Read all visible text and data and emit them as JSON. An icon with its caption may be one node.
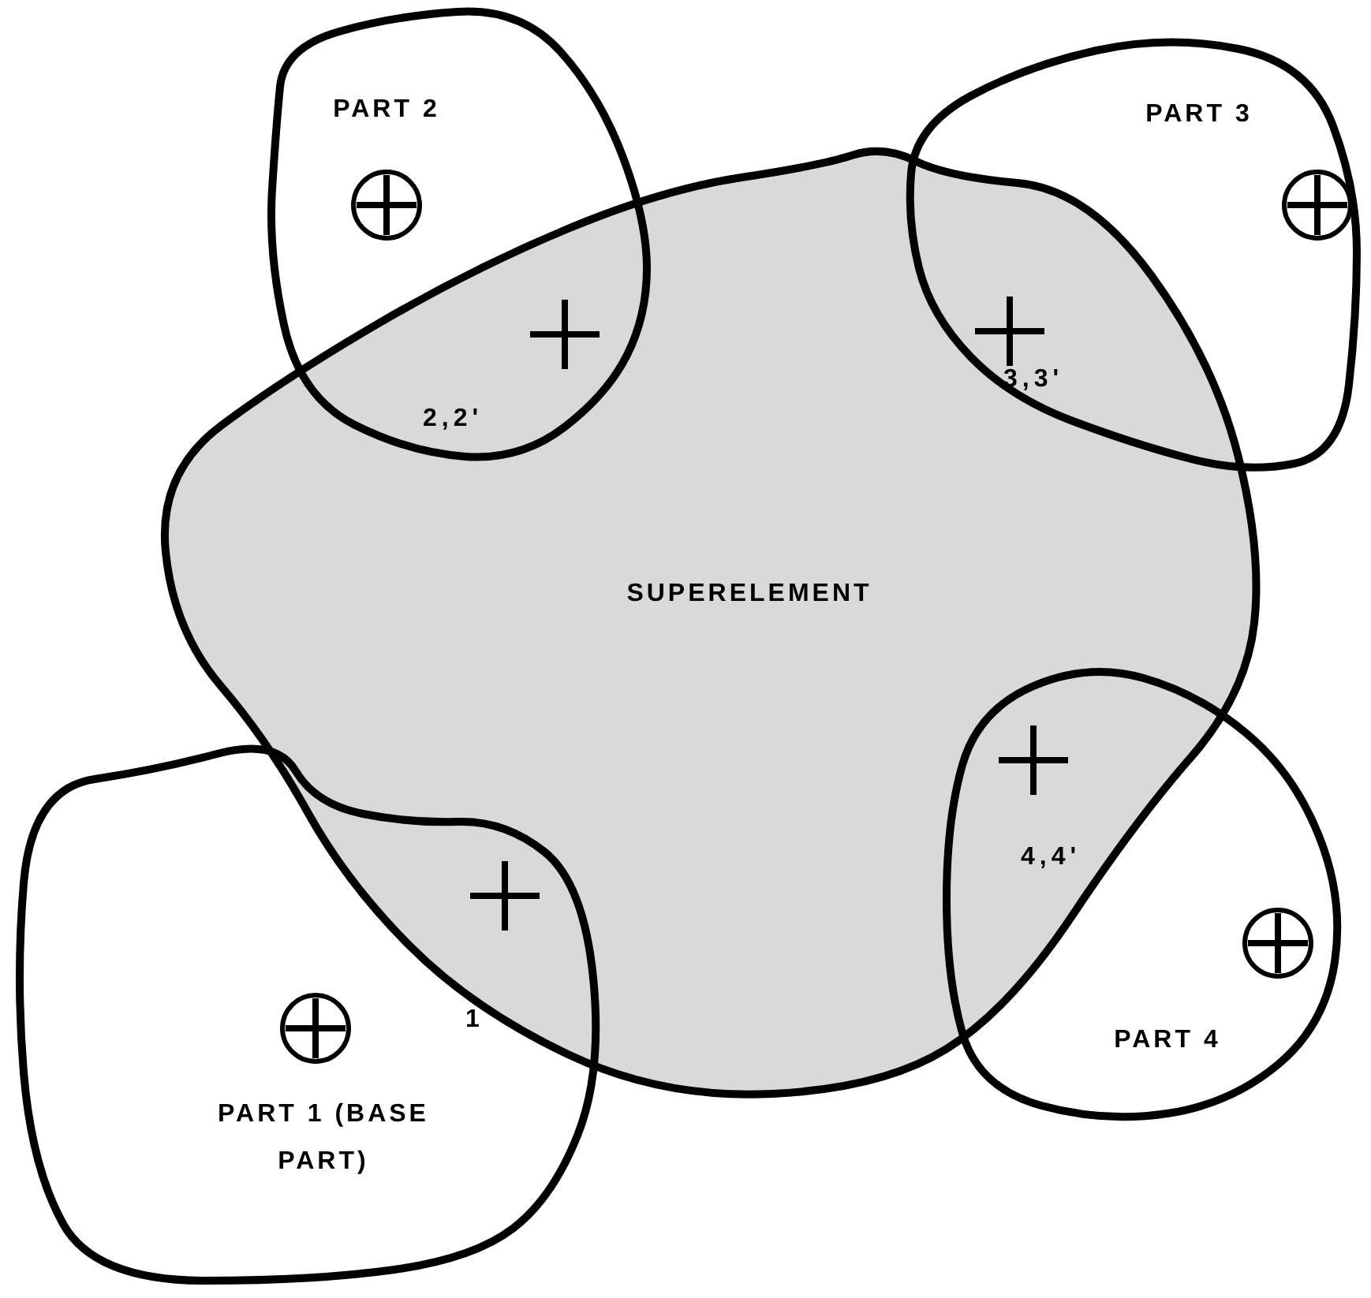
{
  "diagram": {
    "nodes": [
      {
        "text": [
          "PART 2"
        ]
      },
      {
        "text": [
          "PART 3"
        ]
      },
      {
        "text": [
          "SUPERELEMENT"
        ]
      },
      {
        "text": [
          "PART 4"
        ]
      },
      {
        "text": [
          "PART 1 (BASE PART)"
        ]
      }
    ],
    "labels": [
      "2,2'",
      "3,3'",
      "4,4'",
      "1"
    ]
  }
}
